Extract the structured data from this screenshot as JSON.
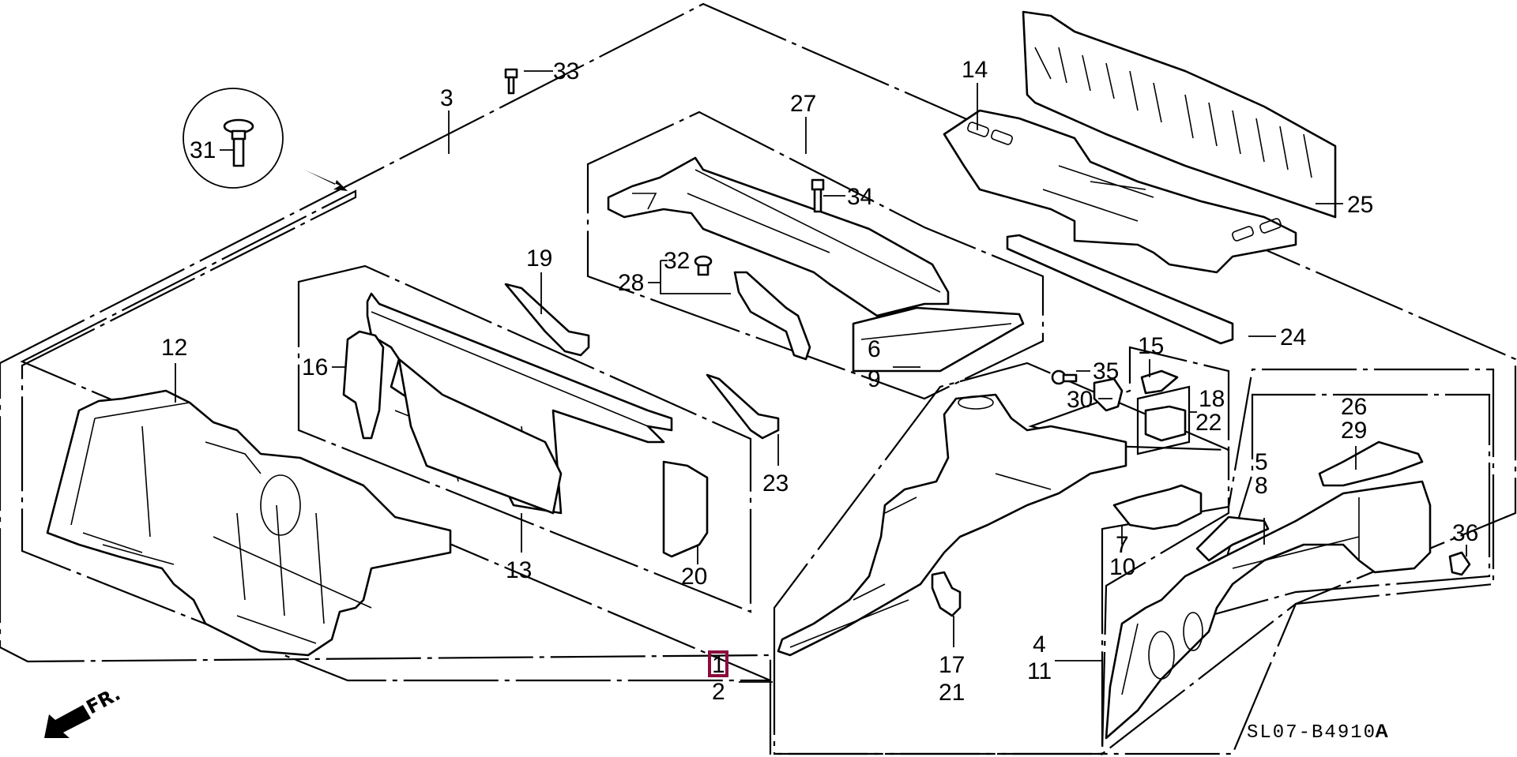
{
  "diagram": {
    "title": "Rear body / floor panel exploded parts diagram",
    "drawing_code": "SL07-B4910",
    "drawing_code_suffix": "A",
    "direction_indicator": "FR.",
    "highlight_color": "#8b0a3c",
    "highlighted_callout": "1",
    "callouts": [
      {
        "id": "c1",
        "text": "1",
        "highlighted": true
      },
      {
        "id": "c2",
        "text": "2"
      },
      {
        "id": "c3",
        "text": "3"
      },
      {
        "id": "c4",
        "text": "4"
      },
      {
        "id": "c5",
        "text": "5"
      },
      {
        "id": "c6",
        "text": "6"
      },
      {
        "id": "c7",
        "text": "7"
      },
      {
        "id": "c8",
        "text": "8"
      },
      {
        "id": "c9",
        "text": "9"
      },
      {
        "id": "c10",
        "text": "10"
      },
      {
        "id": "c11",
        "text": "11"
      },
      {
        "id": "c12",
        "text": "12"
      },
      {
        "id": "c13",
        "text": "13"
      },
      {
        "id": "c14",
        "text": "14"
      },
      {
        "id": "c15",
        "text": "15"
      },
      {
        "id": "c16",
        "text": "16"
      },
      {
        "id": "c17",
        "text": "17"
      },
      {
        "id": "c18",
        "text": "18"
      },
      {
        "id": "c19",
        "text": "19"
      },
      {
        "id": "c20",
        "text": "20"
      },
      {
        "id": "c21",
        "text": "21"
      },
      {
        "id": "c22",
        "text": "22"
      },
      {
        "id": "c23",
        "text": "23"
      },
      {
        "id": "c24",
        "text": "24"
      },
      {
        "id": "c25",
        "text": "25"
      },
      {
        "id": "c26",
        "text": "26"
      },
      {
        "id": "c27",
        "text": "27"
      },
      {
        "id": "c28",
        "text": "28"
      },
      {
        "id": "c29",
        "text": "29"
      },
      {
        "id": "c30",
        "text": "30"
      },
      {
        "id": "c31",
        "text": "31"
      },
      {
        "id": "c32",
        "text": "32"
      },
      {
        "id": "c33",
        "text": "33"
      },
      {
        "id": "c34",
        "text": "34"
      },
      {
        "id": "c35",
        "text": "35"
      },
      {
        "id": "c36",
        "text": "36"
      }
    ]
  }
}
